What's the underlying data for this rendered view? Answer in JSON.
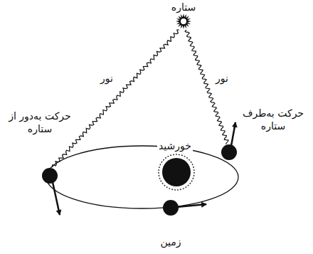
{
  "diagram": {
    "labels": [
      "ستاره",
      "نور",
      "نور",
      "حرکت به‌طرف ستاره",
      "خورشید",
      "حرکت به‌دور از ستاره",
      "زمین"
    ]
  }
}
